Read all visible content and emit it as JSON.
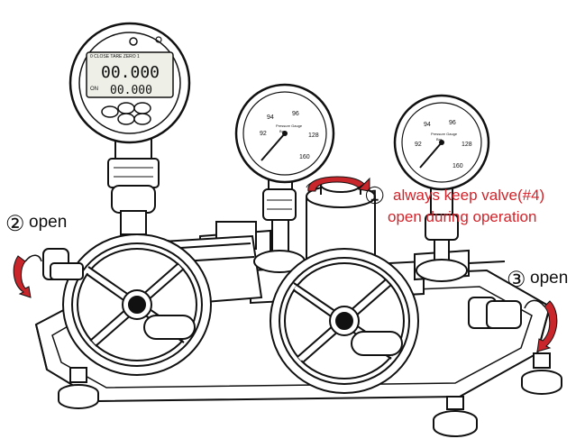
{
  "annotations": {
    "step1": {
      "number": "①",
      "line1": "always keep valve(#4)",
      "line2": "open during operation"
    },
    "step2": {
      "number": "②",
      "text": "open"
    },
    "step3": {
      "number": "③",
      "text": "open"
    }
  },
  "digital_gauge": {
    "readout_main": "00.000",
    "readout_secondary": "00.000",
    "header": "0 CLOSE TARE ZERO 1",
    "left_button": "ON"
  },
  "analog_gauge_left": {
    "ticks": [
      "92",
      "94",
      "96",
      "128",
      "160"
    ],
    "brand": "Pressure Gauge",
    "unit": "Bar"
  },
  "analog_gauge_right": {
    "ticks": [
      "92",
      "94",
      "96",
      "128",
      "160"
    ],
    "brand": "Pressure Gauge",
    "unit": "Bar"
  },
  "colors": {
    "annotation": "#d2232a",
    "arrow_fill": "#c8262b",
    "line": "#111111",
    "lcd": "#eef0e8"
  }
}
